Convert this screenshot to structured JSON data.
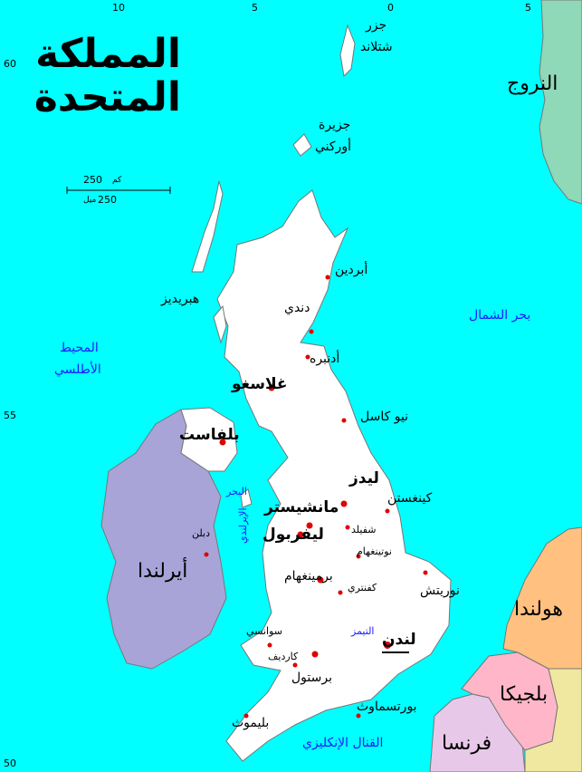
{
  "title": {
    "line1": "المملكة",
    "line2": "المتحدة"
  },
  "scale": {
    "km": "كم",
    "km_value": "250",
    "mile": "ميل",
    "mile_value": "250"
  },
  "ticks": {
    "top": [
      "10",
      "5",
      "0",
      "5"
    ],
    "left": [
      "60",
      "55",
      "50"
    ]
  },
  "water_bodies": {
    "atlantic_line1": "المحيط",
    "atlantic_line2": "الأطلسي",
    "north_sea": "بحر الشمال",
    "irish_sea_line1": "البحر",
    "irish_sea_line2": "الإيرلندي",
    "channel": "القنال الإنكليزي",
    "thames": "التيمز"
  },
  "islands": {
    "shetland_line1": "جزر",
    "shetland_line2": "شتلاند",
    "orkney_line1": "جزيرة",
    "orkney_line2": "أوركني",
    "hebrides": "هبريديز"
  },
  "countries": {
    "norway": "النروج",
    "ireland": "أيرلندا",
    "netherlands": "هولندا",
    "belgium": "بلجيكا",
    "france": "فرنسا"
  },
  "cities": {
    "aberdeen": "أبردين",
    "dundee": "دندي",
    "edinburgh": "أدنبره",
    "glasgow": "غلاسغو",
    "newcastle": "نيو كاسل",
    "belfast": "بلفاست",
    "leeds": "ليدز",
    "kingston": "كينغستن",
    "manchester": "مانشيستر",
    "sheffield": "شفيلد",
    "liverpool": "ليفربول",
    "nottingham": "نوتينغهام",
    "dublin": "دبلن",
    "birmingham": "برمينغهام",
    "coventry": "كفنتري",
    "norwich": "نوريتش",
    "swansea": "سوانسي",
    "cardiff": "كارديف",
    "london": "لندن",
    "bristol": "برستول",
    "portsmouth": "بورتسماوث",
    "plymouth": "بليموث"
  },
  "colors": {
    "sea": "#00ffff",
    "uk": "#ffffff",
    "ireland": "#a8a4d8",
    "norway": "#8fd8b8",
    "netherlands": "#ffc080",
    "belgium": "#ffb6c8",
    "france": "#e8c8e8",
    "city_dot": "#e00000",
    "water_text": "#1a1aff"
  }
}
